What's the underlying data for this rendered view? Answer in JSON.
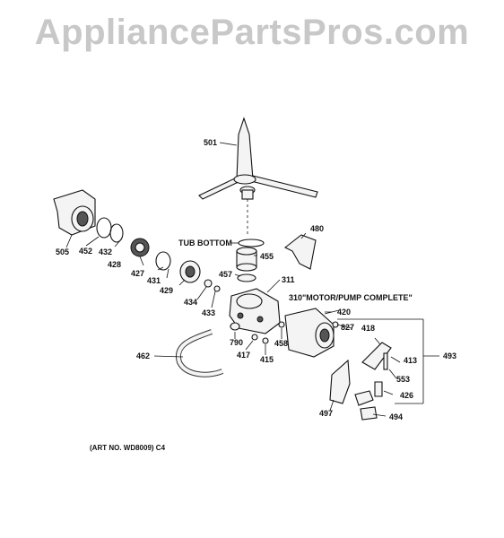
{
  "watermark": "AppliancePartsPros.com",
  "caption": "(ART NO. WD8009) C4",
  "labels": {
    "p501": "501",
    "p480": "480",
    "tub_bottom": "TUB BOTTOM",
    "p505": "505",
    "p452": "452",
    "p432": "432",
    "p428": "428",
    "p427": "427",
    "p431": "431",
    "p429": "429",
    "p434": "434",
    "p433": "433",
    "p455": "455",
    "p457": "457",
    "p311": "311",
    "motor_pump": "310\"MOTOR/PUMP COMPLETE\"",
    "p420": "420",
    "p827": "827",
    "p418": "418",
    "p413": "413",
    "p493": "493",
    "p553": "553",
    "p426": "426",
    "p494": "494",
    "p497": "497",
    "p790": "790",
    "p417": "417",
    "p415": "415",
    "p458": "458",
    "p462": "462"
  }
}
